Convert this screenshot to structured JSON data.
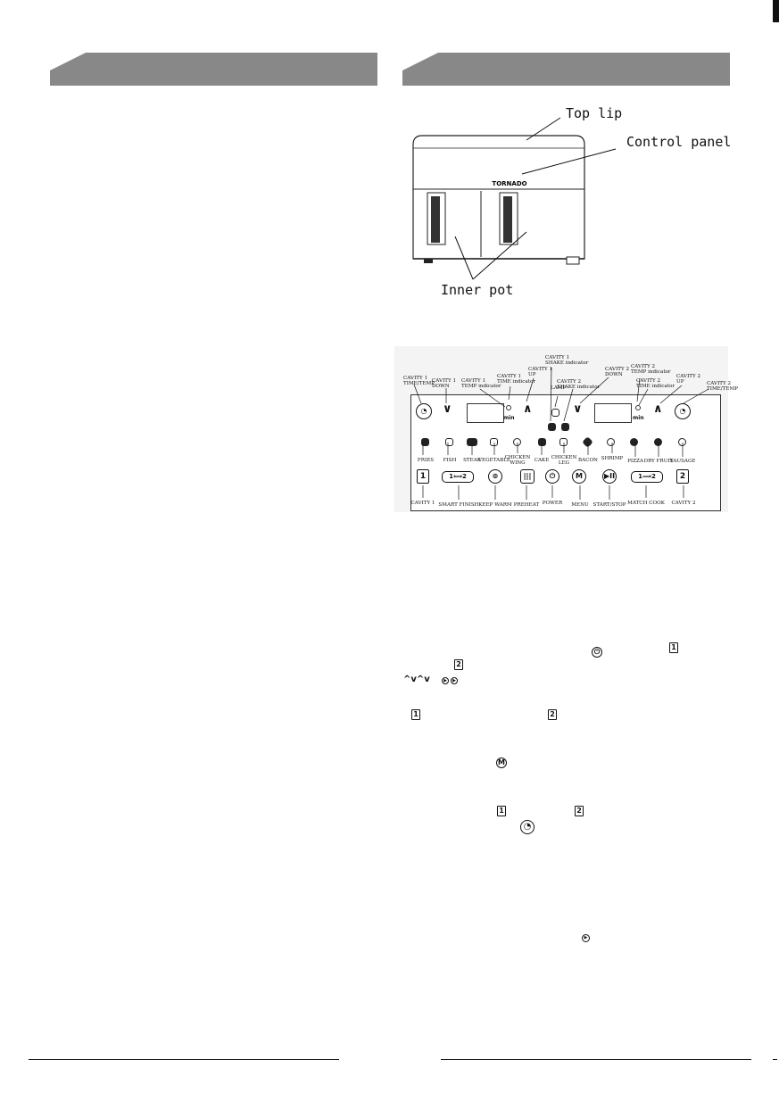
{
  "section_left": {
    "title": ""
  },
  "section_right": {
    "title": ""
  },
  "diagram": {
    "callouts": {
      "top_lip": "Top lip",
      "control_panel": "Control panel",
      "inner_pot": "Inner pot"
    },
    "brand": "TORNADO"
  },
  "panel": {
    "min_label": "min",
    "labels": {
      "cavity1_time_temp": "CAVITY 1\nTIME/TEMP",
      "cavity1_down": "CAVITY 1\nDOWN",
      "cavity1_temp_indicator": "CAVITY 1\nTEMP indicator",
      "cavity1_time_indicator": "CAVITY 1\nTIME indicator",
      "cavity1_up": "CAVITY 1\nUP",
      "cavity1_shake_indicator": "CAVITY 1\nSHAKE indicator",
      "lamp": "LAMP",
      "cavity2_shake_indicator": "CAVITY 2\nSHAKE indicator",
      "cavity2_down": "CAVITY 2\nDOWN",
      "cavity2_temp_indicator": "CAVITY 2\nTEMP indicator",
      "cavity2_time_indicator": "CAVITY 2\nTIME indicator",
      "cavity2_up": "CAVITY 2\nUP",
      "cavity2_time_temp": "CAVITY 2\nTIME/TEMP"
    },
    "presets": [
      "FRIES",
      "FISH",
      "STEAK",
      "VEGETABLE",
      "CHICKEN\nWING",
      "CAKE",
      "CHICKEN\nLEG",
      "BACON",
      "SHRIMP",
      "PIZZA",
      "DRY FRUIT",
      "SAUSAGE"
    ],
    "buttons": [
      "CAVITY 1",
      "SMART FINISH",
      "KEEP WARM",
      "PREHEAT",
      "POWER",
      "MENU",
      "START/STOP",
      "MATCH COOK",
      "CAVITY 2"
    ],
    "button_glyphs": {
      "cavity1": "1",
      "cavity2": "2",
      "smart_finish": "1⟺2",
      "match_cook": "1⟹2",
      "keep_warm": "⊚",
      "preheat": "|||",
      "power": "⏻",
      "menu": "M",
      "start_stop": "▶II"
    }
  },
  "inline_icons": {
    "power": "⏻",
    "one": "1",
    "two": "2",
    "arrows": "^v^v",
    "menu": "M",
    "timetemp": "◔",
    "startstop": "▶"
  },
  "colors": {
    "header_band": "#888888"
  }
}
